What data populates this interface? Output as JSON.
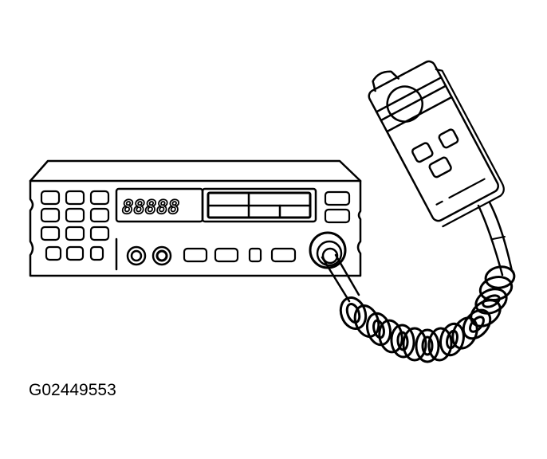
{
  "figure": {
    "subject": "mobile radio unit with handheld microphone and coiled cord",
    "caption": "G02449553",
    "colors": {
      "line": "#000000",
      "background": "#ffffff"
    }
  },
  "radio": {
    "display_digits": "88888",
    "left_keypad_rows": 4,
    "left_keypad_cols": 3,
    "right_buttons": 2,
    "bottom_knobs": 2,
    "bottom_buttons": 4
  },
  "microphone": {
    "buttons": 3
  }
}
